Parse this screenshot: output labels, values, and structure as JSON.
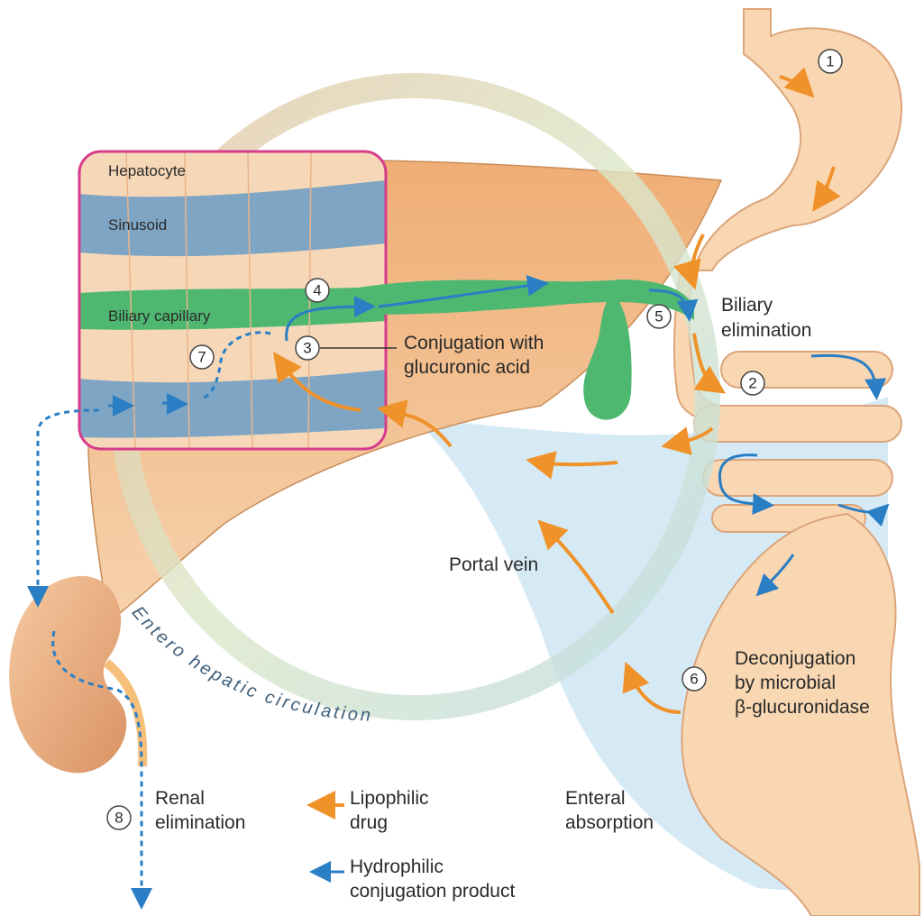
{
  "inset": {
    "hepatocyte": "Hepatocyte",
    "sinusoid": "Sinusoid",
    "biliary_capillary": "Biliary capillary"
  },
  "labels": {
    "conjugation_line1": "Conjugation with",
    "conjugation_line2": "glucuronic acid",
    "biliary_line1": "Biliary",
    "biliary_line2": "elimination",
    "portal_vein": "Portal vein",
    "deconj_line1": "Deconjugation",
    "deconj_line2": "by microbial",
    "deconj_line3": "β-glucuronidase",
    "enteral_line1": "Enteral",
    "enteral_line2": "absorption",
    "renal_line1": "Renal",
    "renal_line2": "elimination",
    "circulation": "Entero hepatic circulation"
  },
  "legend": {
    "lipophilic_line1": "Lipophilic",
    "lipophilic_line2": "drug",
    "hydrophilic_line1": "Hydrophilic",
    "hydrophilic_line2": "conjugation product"
  },
  "steps": [
    "1",
    "2",
    "3",
    "4",
    "5",
    "6",
    "7",
    "8"
  ],
  "colors": {
    "lipophilic": "#f0922a",
    "hydrophilic": "#2a7ec4",
    "organ": "#f4c79f",
    "liver": "#eaa56a",
    "bile": "#4fb870",
    "sinusoid": "#7fa5c4",
    "inset_border": "#d63c8c",
    "portal": "#cfe6f5"
  }
}
